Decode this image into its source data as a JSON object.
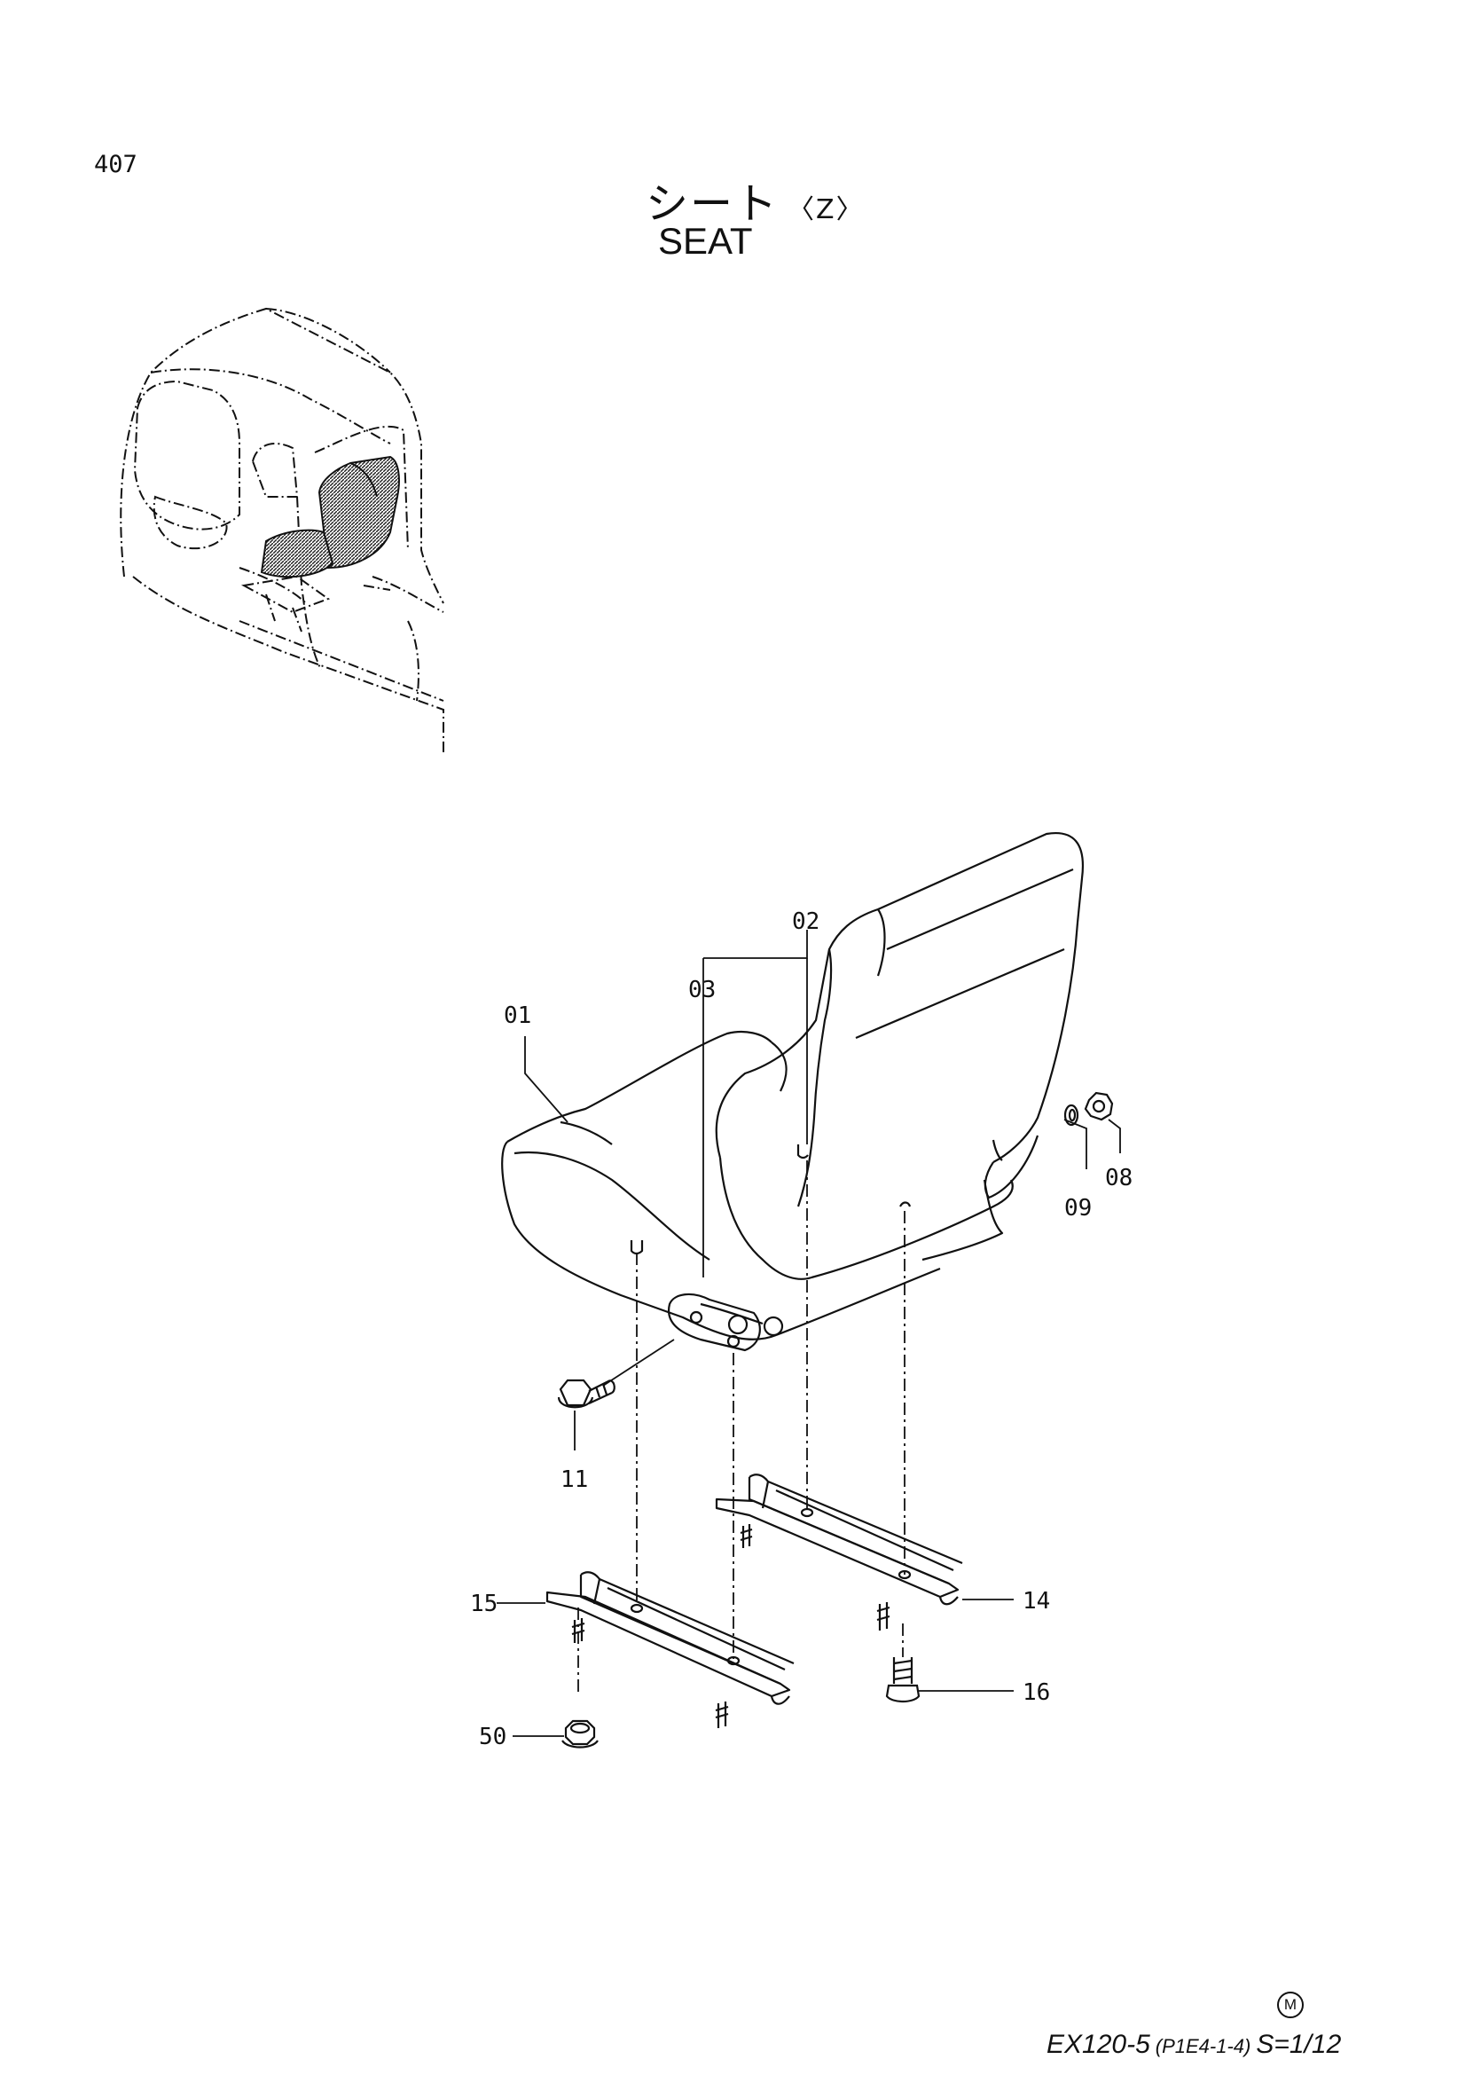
{
  "page": {
    "number": "407",
    "title_jp": "シート",
    "title_jp_suffix": "〈Z〉",
    "title_en": "SEAT"
  },
  "footer": {
    "model": "EX120-5",
    "code": "(P1E4-1-4)",
    "scale": "S=1/12",
    "mark": "M"
  },
  "callouts": [
    "01",
    "02",
    "03",
    "08",
    "09",
    "11",
    "14",
    "15",
    "16",
    "50"
  ]
}
